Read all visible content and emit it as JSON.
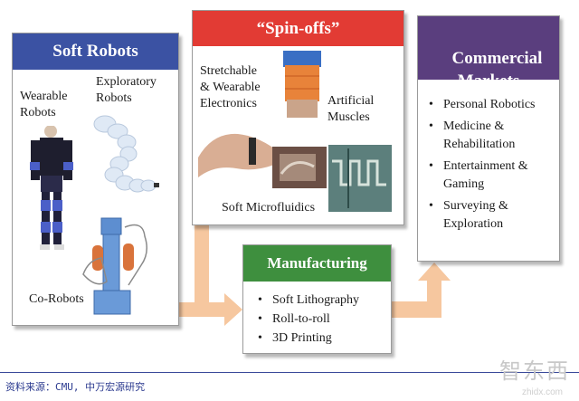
{
  "soft_robots": {
    "title": "Soft Robots",
    "labels": {
      "wearable": "Wearable\nRobots",
      "exploratory": "Exploratory\nRobots",
      "corobots": "Co-Robots"
    },
    "header_color": "#3b52a3"
  },
  "spinoffs": {
    "title": "“Spin-offs”",
    "labels": {
      "stretchable": "Stretchable\n& Wearable\nElectronics",
      "muscles": "Artificial\nMuscles",
      "microfluidics": "Soft Microfluidics"
    },
    "header_color": "#e23b34"
  },
  "manufacturing": {
    "title": "Manufacturing",
    "items": [
      "Soft Lithography",
      "Roll-to-roll",
      "3D Printing"
    ],
    "header_color": "#3e8f3e"
  },
  "markets": {
    "title": "Commercial\nMarkets",
    "items": [
      "Personal Robotics",
      "Medicine &\nRehabilitation",
      "Entertainment &\nGaming",
      "Surveying &\nExploration"
    ],
    "header_color": "#5a3e7e"
  },
  "arrow_color": "#f6c79f",
  "source": "资料来源：CMU, 中万宏源研究",
  "watermark": {
    "brand": "智东西",
    "site": "zhidx.com"
  }
}
